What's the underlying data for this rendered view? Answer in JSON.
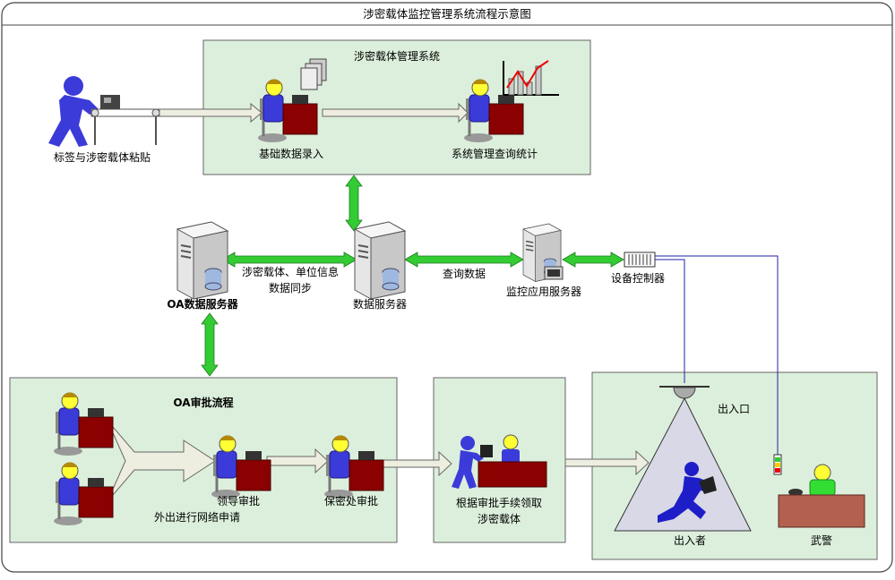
{
  "title": "涉密载体监控管理系统流程示意图",
  "boxes": {
    "mgmt_system": "涉密载体管理系统",
    "oa_flow": "OA审批流程"
  },
  "labels": {
    "label_paste": "标签与涉密载体粘贴",
    "basic_entry": "基础数据录入",
    "system_query": "系统管理查询统计",
    "oa_server": "OA数据服务器",
    "sync_line1": "涉密载体、单位信息",
    "sync_line2": "数据同步",
    "data_server": "数据服务器",
    "query_data": "查询数据",
    "monitor_server": "监控应用服务器",
    "device_controller": "设备控制器",
    "leader_approval": "领导审批",
    "secrecy_approval": "保密处审批",
    "apply_out": "外出进行网络申请",
    "collect_line1": "根据审批手续领取",
    "collect_line2": "涉密载体",
    "exit": "出入口",
    "passer": "出入者",
    "guard": "武警"
  },
  "colors": {
    "panel_fill": "#dcefdc",
    "green_arrow": "#33cc33",
    "person_blue": "#3b3bd9",
    "person_yellow": "#ffff33",
    "desk_red": "#8b0000",
    "guard_green": "#33dd33",
    "cable_blue": "#2222aa"
  }
}
